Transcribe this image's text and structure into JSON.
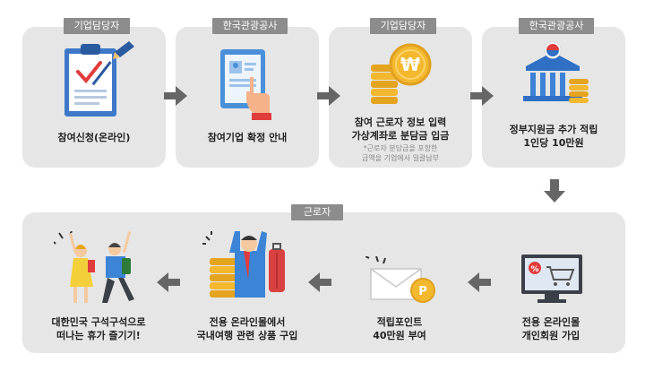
{
  "top": {
    "steps": [
      {
        "tag": "기업담당자",
        "line1": "참여신청(온라인)",
        "line2": ""
      },
      {
        "tag": "한국관광공사",
        "line1": "참여기업 확정 안내",
        "line2": ""
      },
      {
        "tag": "기업담당자",
        "line1": "참여 근로자 정보 입력",
        "line2": "가상계좌로 분담금 입금",
        "note1": "*근로자 분담금을 포함한",
        "note2": "금액을 기업에서 일괄납부"
      },
      {
        "tag": "한국관광공사",
        "line1": "정부지원금 추가 적립",
        "line2": "1인당 10만원"
      }
    ]
  },
  "bottom": {
    "tag": "근로자",
    "steps": [
      {
        "line1": "전용 온라인몰",
        "line2": "개인회원 가입"
      },
      {
        "line1": "적립포인트",
        "line2": "40만원 부여"
      },
      {
        "line1": "전용 온라인몰에서",
        "line2": "국내여행 관련 상품 구입"
      },
      {
        "line1": "대한민국 구석구석으로",
        "line2": "떠나는 휴가 즐기기!"
      }
    ]
  },
  "icons": {
    "won_symbol": "₩",
    "point_symbol": "P",
    "sale_symbol": "%"
  },
  "colors": {
    "box": "#e6e6e6",
    "tag": "#8c8c8c",
    "arrow": "#666666",
    "coin": "#f3b82e",
    "blue": "#2f6fc4",
    "red": "#e03c3c"
  }
}
